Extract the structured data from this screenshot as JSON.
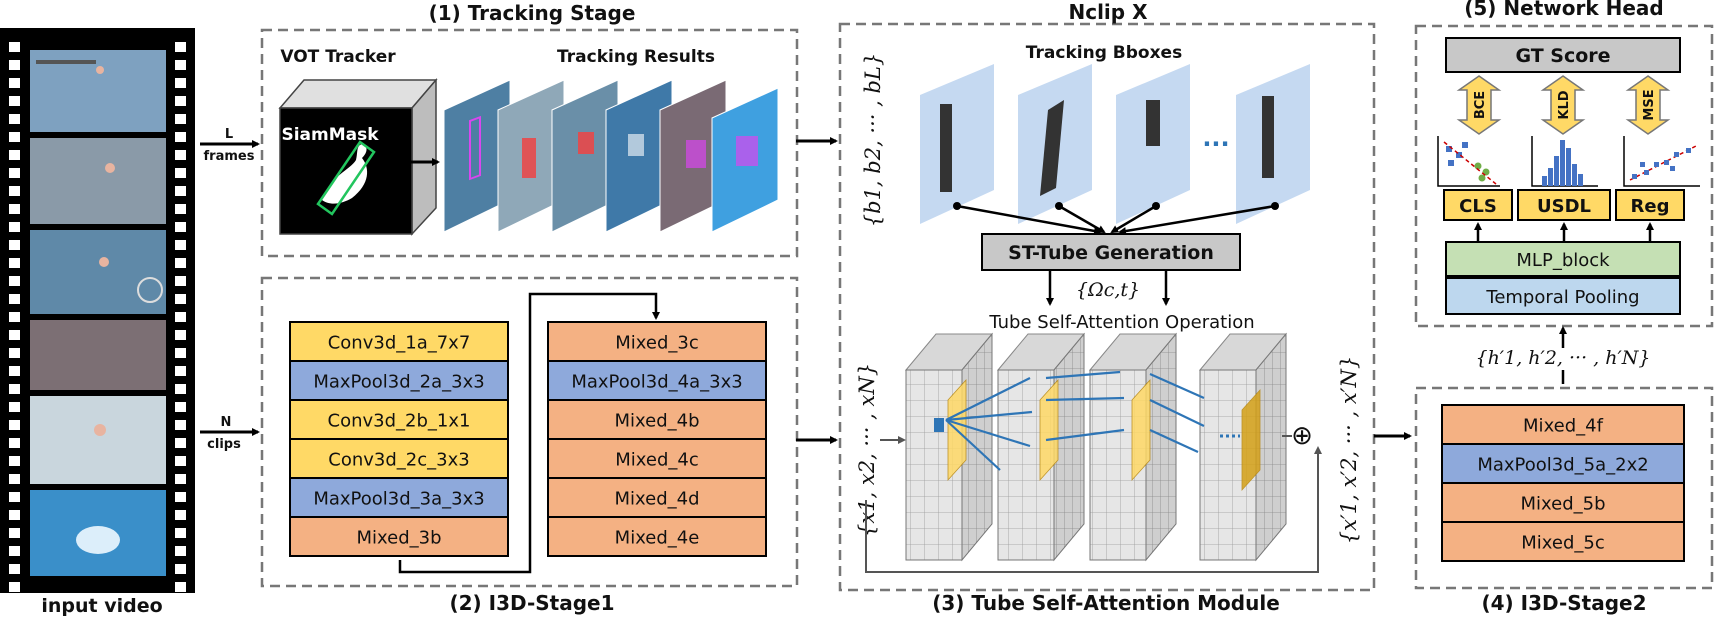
{
  "input": {
    "caption": "input video"
  },
  "arrows": {
    "l_top": "L",
    "l_bottom": "frames",
    "n_top": "N",
    "n_bottom": "clips"
  },
  "tracking": {
    "title": "(1) Tracking Stage",
    "vot_label": "VOT Tracker",
    "siammask": "SiamMask",
    "results_label": "Tracking Results"
  },
  "i3d1": {
    "title": "(2) I3D-Stage1",
    "left": [
      "Conv3d_1a_7x7",
      "MaxPool3d_2a_3x3",
      "Conv3d_2b_1x1",
      "Conv3d_2c_3x3",
      "MaxPool3d_3a_3x3",
      "Mixed_3b"
    ],
    "right": [
      "Mixed_3c",
      "MaxPool3d_4a_3x3",
      "Mixed_4b",
      "Mixed_4c",
      "Mixed_4d",
      "Mixed_4e"
    ]
  },
  "tsa": {
    "nclip": "Nclip X",
    "title": "(3) Tube Self-Attention Module",
    "bboxes_label": "Tracking Bboxes",
    "bbox_set": "{b1, b2, ··· , bL}",
    "dots": "···",
    "st_tube": "ST-Tube Generation",
    "omega": "{Ωc,t}",
    "op_label": "Tube Self-Attention Operation",
    "x_in": "{x1, x2, ··· , xN}",
    "x_out": "{x′1, x′2, ··· , x′N}",
    "plus": "⊕"
  },
  "i3d2": {
    "title": "(4) I3D-Stage2",
    "layers": [
      "Mixed_4f",
      "MaxPool3d_5a_2x2",
      "Mixed_5b",
      "Mixed_5c"
    ],
    "h_set": "{h′1, h′2, ··· , h′N}"
  },
  "head": {
    "title": "(5) Network Head",
    "gt": "GT Score",
    "losses": [
      "BCE",
      "KLD",
      "MSE"
    ],
    "heads": [
      "CLS",
      "USDL",
      "Reg"
    ],
    "mlp": "MLP_block",
    "pool": "Temporal Pooling"
  },
  "colors": {
    "yellow": "#FFD966",
    "blue": "#8EA9DB",
    "orange": "#F4B183",
    "green": "#C5E0B4",
    "lightblue": "#BDD7EE",
    "gray": "#C8C8C8",
    "plane": "#C5D9F1",
    "line_blue": "#2E75B6"
  }
}
